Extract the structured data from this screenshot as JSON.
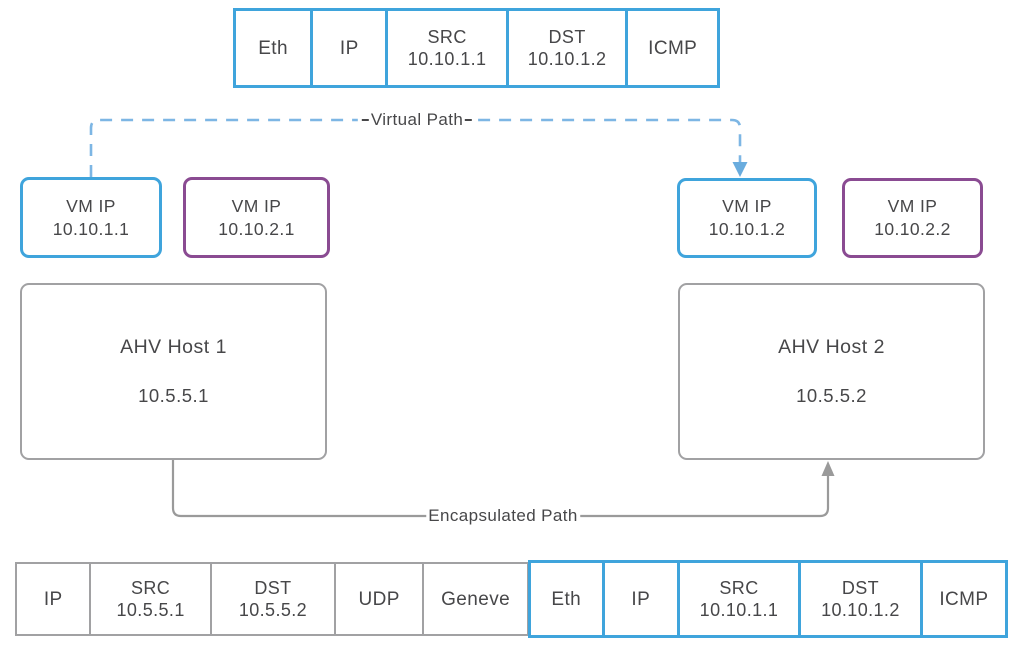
{
  "colors": {
    "blue": "#3fa4dc",
    "dashblue": "#7db6e4",
    "arrowblue": "#69acde",
    "purple": "#8a4b92",
    "gray": "#a1a1a3",
    "linegray": "#9a9a9a",
    "text": "#474749"
  },
  "top_packet": {
    "cells": [
      {
        "label": "Eth"
      },
      {
        "label": "IP"
      },
      {
        "label": "SRC",
        "value": "10.10.1.1"
      },
      {
        "label": "DST",
        "value": "10.10.1.2"
      },
      {
        "label": "ICMP"
      }
    ]
  },
  "labels": {
    "virtual_path": "Virtual Path",
    "encapsulated_path": "Encapsulated Path"
  },
  "vm_boxes": [
    {
      "title": "VM IP",
      "ip": "10.10.1.1"
    },
    {
      "title": "VM IP",
      "ip": "10.10.2.1"
    },
    {
      "title": "VM IP",
      "ip": "10.10.1.2"
    },
    {
      "title": "VM IP",
      "ip": "10.10.2.2"
    }
  ],
  "hosts": [
    {
      "name": "AHV Host 1",
      "ip": "10.5.5.1"
    },
    {
      "name": "AHV Host 2",
      "ip": "10.5.5.2"
    }
  ],
  "bottom_packet_outer": {
    "cells": [
      {
        "label": "IP"
      },
      {
        "label": "SRC",
        "value": "10.5.5.1"
      },
      {
        "label": "DST",
        "value": "10.5.5.2"
      },
      {
        "label": "UDP"
      },
      {
        "label": "Geneve"
      }
    ]
  },
  "bottom_packet_inner": {
    "cells": [
      {
        "label": "Eth"
      },
      {
        "label": "IP"
      },
      {
        "label": "SRC",
        "value": "10.10.1.1"
      },
      {
        "label": "DST",
        "value": "10.10.1.2"
      },
      {
        "label": "ICMP"
      }
    ]
  }
}
